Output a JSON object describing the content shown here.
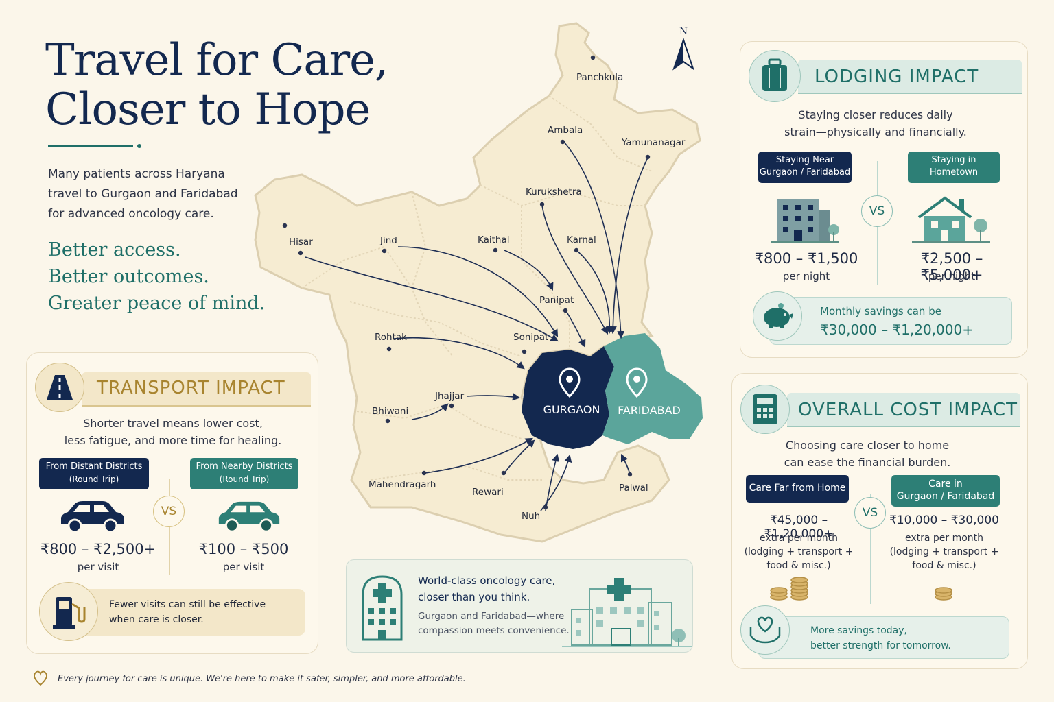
{
  "header": {
    "title_line1": "Travel for Care,",
    "title_line2": "Closer to Hope",
    "intro_line1": "Many patients across Haryana",
    "intro_line2": "travel to Gurgaon and Faridabad",
    "intro_line3": "for advanced oncology care.",
    "tagline1": "Better access.",
    "tagline2": "Better outcomes.",
    "tagline3": "Greater peace of mind."
  },
  "map": {
    "compass": "N",
    "districts": [
      "Panchkula",
      "Ambala",
      "Yamunanagar",
      "Kurukshetra",
      "Kaithal",
      "Karnal",
      "Hisar",
      "Jind",
      "Panipat",
      "Sonipat",
      "Rohtak",
      "Bhiwani",
      "Jhajjar",
      "Mahendragarh",
      "Rewari",
      "Nuh",
      "Palwal"
    ],
    "hubs": [
      "GURGAON",
      "FARIDABAD"
    ],
    "colors": {
      "gurgaon": "#13284f",
      "faridabad": "#5ba59b",
      "land": "#f6ecd2",
      "border": "#dccfb0"
    }
  },
  "transport": {
    "title": "TRANSPORT IMPACT",
    "sub_line1": "Shorter travel means lower cost,",
    "sub_line2": "less fatigue, and more time for healing.",
    "left_pill_line1": "From Distant Districts",
    "left_pill_line2": "(Round Trip)",
    "right_pill_line1": "From Nearby Districts",
    "right_pill_line2": "(Round Trip)",
    "vs": "VS",
    "left_price": "₹800 – ₹2,500+",
    "left_unit": "per visit",
    "right_price": "₹100 – ₹500",
    "right_unit": "per visit",
    "note_line1": "Fewer visits can still be effective",
    "note_line2": "when care is closer.",
    "icons": [
      "road-icon",
      "car-icon",
      "fuel-pump-icon"
    ]
  },
  "promo": {
    "line1": "World-class oncology care,",
    "line2": "closer than you think.",
    "line3": "Gurgaon and Faridabad—where",
    "line4": "compassion meets convenience."
  },
  "lodging": {
    "title": "LODGING IMPACT",
    "sub_line1": "Staying closer reduces daily",
    "sub_line2": "strain—physically and financially.",
    "left_pill_line1": "Staying Near",
    "left_pill_line2": "Gurgaon / Faridabad",
    "right_pill_line1": "Staying in",
    "right_pill_line2": "Hometown",
    "vs": "VS",
    "left_price": "₹800 – ₹1,500",
    "left_unit": "per night",
    "right_price": "₹2,500 – ₹5,000+",
    "right_unit": "per night",
    "savings_label": "Monthly savings can be",
    "savings_value": "₹30,000 – ₹1,20,000+"
  },
  "overall": {
    "title": "OVERALL COST IMPACT",
    "sub_line1": "Choosing care closer to home",
    "sub_line2": "can ease the financial burden.",
    "left_pill": "Care Far from Home",
    "right_pill_line1": "Care in",
    "right_pill_line2": "Gurgaon / Faridabad",
    "vs": "VS",
    "left_price": "₹45,000 – ₹1,20,000+",
    "right_price": "₹10,000 – ₹30,000",
    "extra": "extra per month",
    "detail_line1": "(lodging + transport +",
    "detail_line2": "food & misc.)",
    "note_line1": "More savings today,",
    "note_line2": "better strength for tomorrow."
  },
  "footer": "Every journey for care is unique. We're here to make it safer, simpler, and more affordable.",
  "colors": {
    "navy": "#13284f",
    "teal": "#1f6f68",
    "gold": "#a8842f",
    "background": "#fbf6ea"
  }
}
